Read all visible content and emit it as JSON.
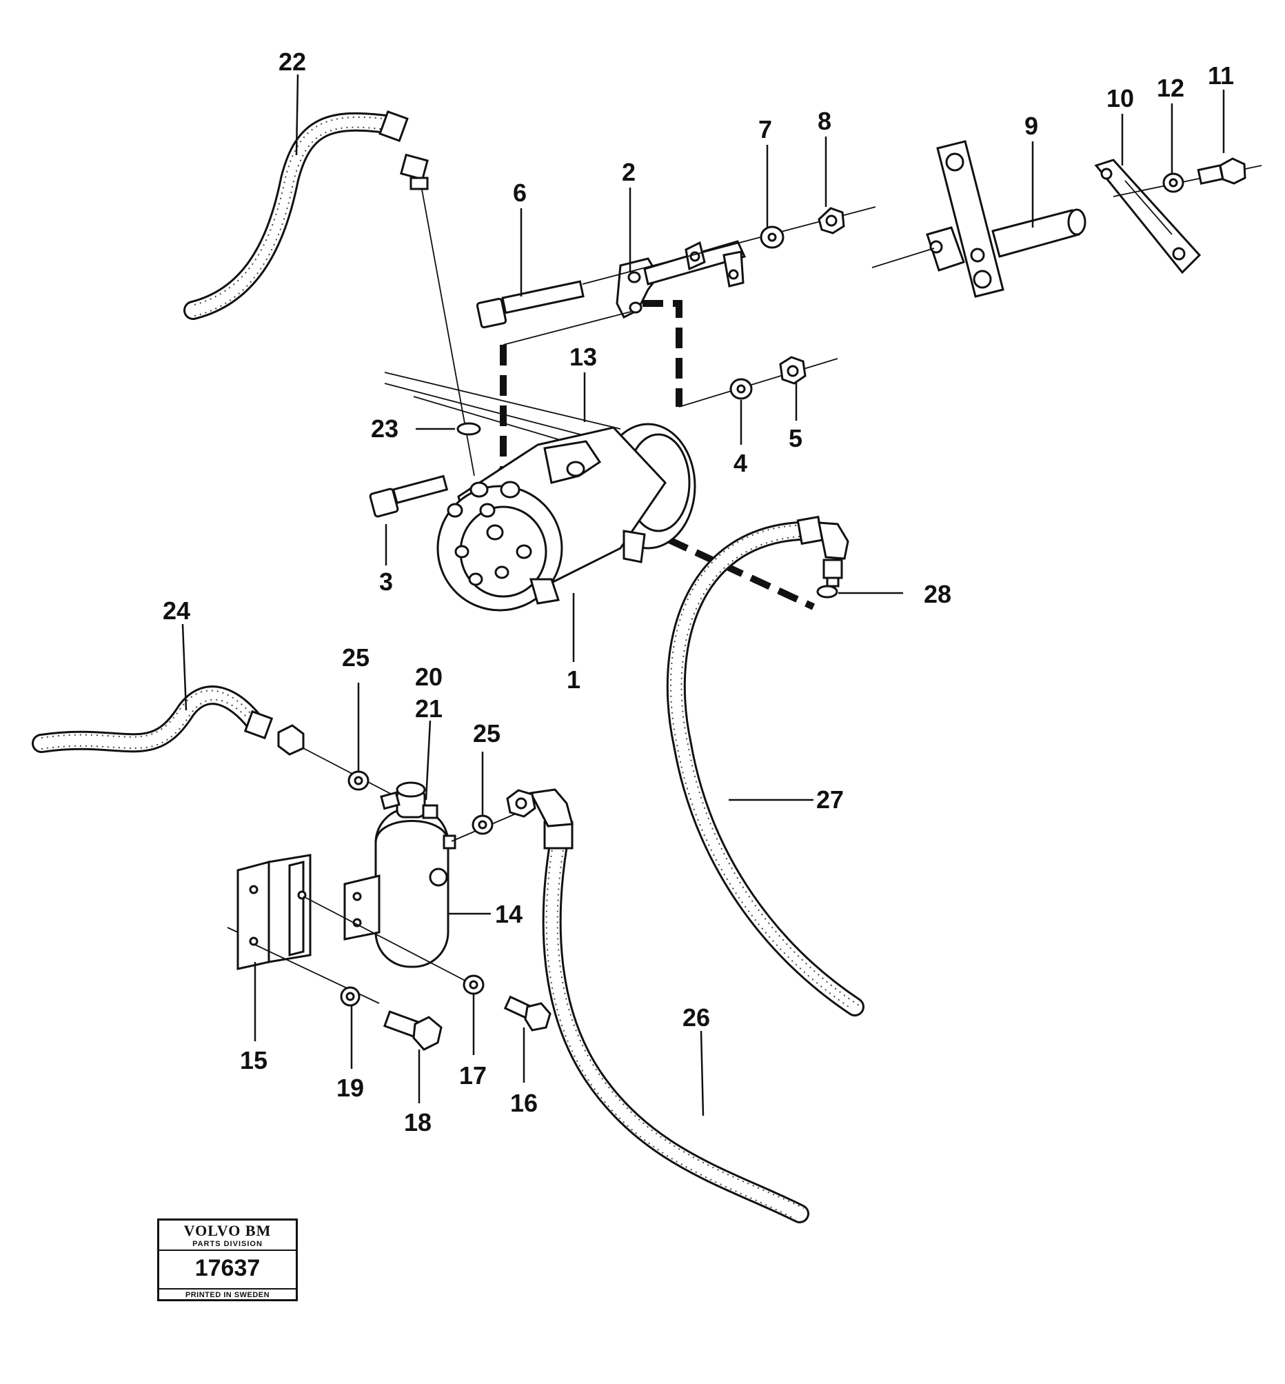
{
  "callouts": {
    "c1": "1",
    "c2": "2",
    "c3": "3",
    "c4": "4",
    "c5": "5",
    "c6": "6",
    "c7": "7",
    "c8": "8",
    "c9": "9",
    "c10": "10",
    "c11": "11",
    "c12": "12",
    "c13": "13",
    "c14": "14",
    "c15": "15",
    "c16": "16",
    "c17": "17",
    "c18": "18",
    "c19": "19",
    "c20": "20",
    "c21": "21",
    "c22": "22",
    "c23": "23",
    "c24": "24",
    "c25a": "25",
    "c25b": "25",
    "c26": "26",
    "c27": "27",
    "c28": "28"
  },
  "stamp": {
    "brand": "VOLVO BM",
    "division": "PARTS DIVISION",
    "number": "17637",
    "printed": "PRINTED IN SWEDEN"
  }
}
